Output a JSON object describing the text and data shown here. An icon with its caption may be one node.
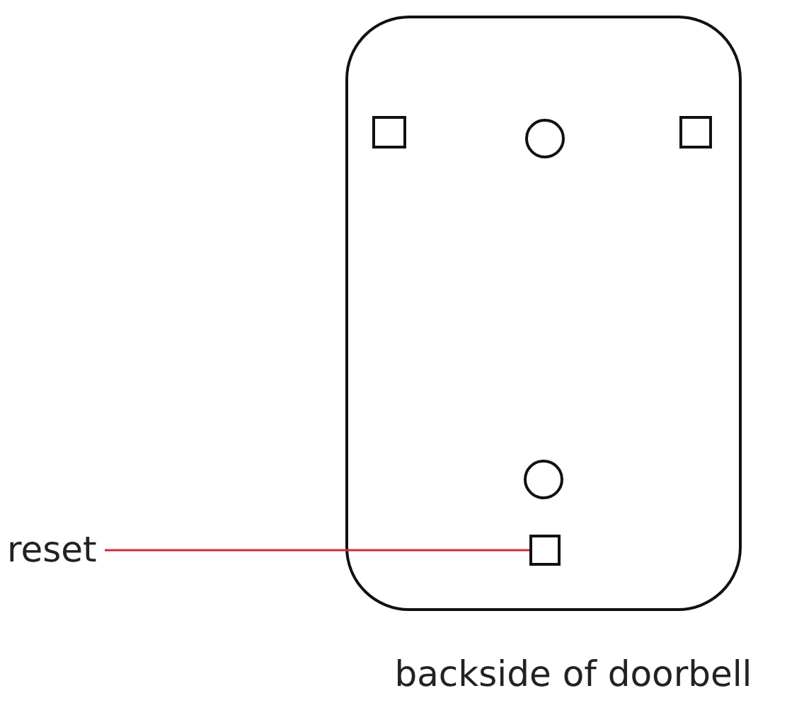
{
  "diagram": {
    "caption": "backside of doorbell",
    "nodes": [
      {
        "text": [
          "reset"
        ]
      },
      {
        "text": [],
        "shape": "box"
      }
    ],
    "edges": [
      {
        "from": 0,
        "to": 1,
        "arrow": "none",
        "color": "#d7263d"
      }
    ]
  }
}
